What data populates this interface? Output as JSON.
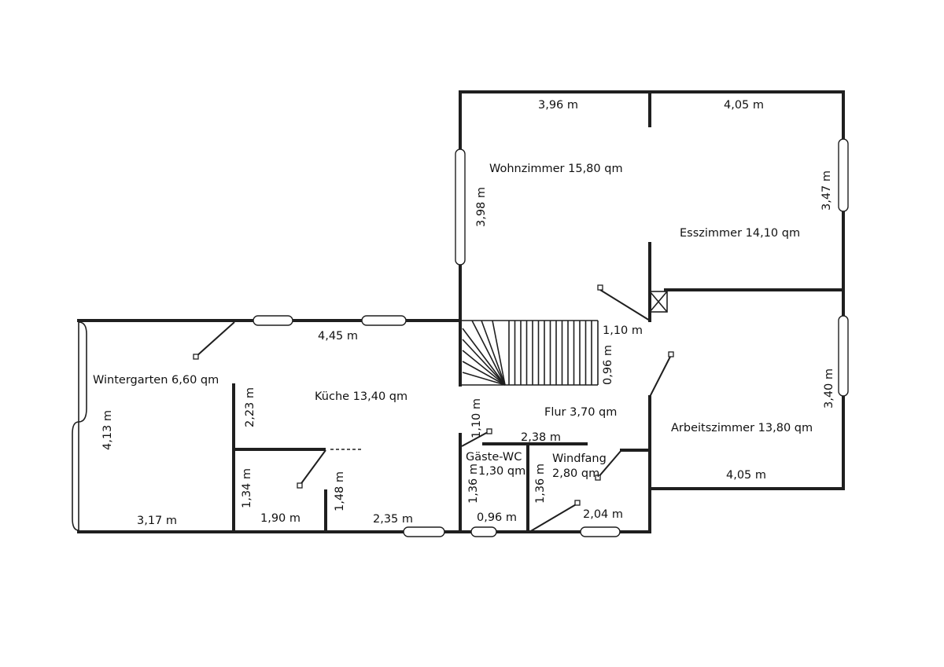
{
  "rooms": {
    "wohnzimmer": "Wohnzimmer 15,80 qm",
    "esszimmer": "Esszimmer 14,10 qm",
    "wintergarten": "Wintergarten 6,60 qm",
    "kueche": "Küche 13,40 qm",
    "flur": "Flur 3,70 qm",
    "arbeitszimmer": "Arbeitszimmer 13,80 qm",
    "gaeste_wc": "Gäste-WC",
    "gaeste_wc_area": "1,30 qm",
    "windfang": "Windfang",
    "windfang_area": "2,80 qm"
  },
  "dimensions": {
    "wohn_width": "3,96 m",
    "ess_width": "4,05 m",
    "wohn_depth": "3,98 m",
    "ess_depth": "3,47 m",
    "kitchen_top": "4,45 m",
    "winter_depth": "4,13 m",
    "winter_bottom": "3,17 m",
    "kitchen_left": "2,23 m",
    "stair_right": "1,10 m",
    "stair_depth": "0,96 m",
    "arbeit_depth": "3,40 m",
    "arbeit_width": "4,05 m",
    "wc_top": "1,10 m",
    "flur_width": "2,38 m",
    "store_left": "1,34 m",
    "store_right": "1,48 m",
    "store_bottom": "1,90 m",
    "kitchen_bottom": "2,35 m",
    "wc_depth": "1,36 m",
    "windfang_depth": "1,36 m",
    "wc_bottom": "0,96 m",
    "windfang_bottom": "2,04 m"
  }
}
